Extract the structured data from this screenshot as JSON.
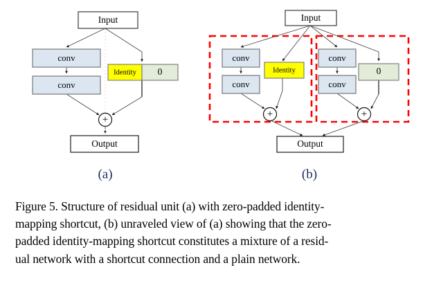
{
  "figure": {
    "label": "Figure 5.",
    "panels": [
      {
        "id": "a",
        "sublabel": "(a)",
        "nodes": {
          "input": "Input",
          "conv1": "conv",
          "conv2": "conv",
          "identity": "Identity",
          "zero": "0",
          "plus": "+",
          "output": "Output"
        }
      },
      {
        "id": "b",
        "sublabel": "(b)",
        "nodes": {
          "input": "Input",
          "left_conv1": "conv",
          "left_conv2": "conv",
          "identity": "Identity",
          "left_plus": "+",
          "right_conv1": "conv",
          "right_conv2": "conv",
          "zero": "0",
          "right_plus": "+",
          "output": "Output"
        }
      }
    ]
  },
  "colors": {
    "conv_fill": "#dce6f1",
    "conv_stroke": "#808080",
    "identity_fill": "#ffff00",
    "identity_stroke": "#808080",
    "zero_fill": "#e2ecd8",
    "zero_stroke": "#808080",
    "io_fill": "#ffffff",
    "io_stroke": "#3a3a3a",
    "edge": "#404040",
    "group_dash": "#ff0000",
    "sublabel": "#1b2b5e"
  },
  "caption": {
    "lines": [
      "Figure 5. Structure of residual unit (a) with zero-padded identity-",
      "mapping shortcut, (b) unraveled view of (a) showing that the zero-",
      "padded identity-mapping shortcut constitutes a mixture of a resid-",
      "ual network with a shortcut connection and a plain network."
    ],
    "full_text": "Figure 5. Structure of residual unit (a) with zero-padded identity-mapping shortcut, (b) unraveled view of (a) showing that the zero-padded identity-mapping shortcut constitutes a mixture of a residual network with a shortcut connection and a plain network."
  }
}
